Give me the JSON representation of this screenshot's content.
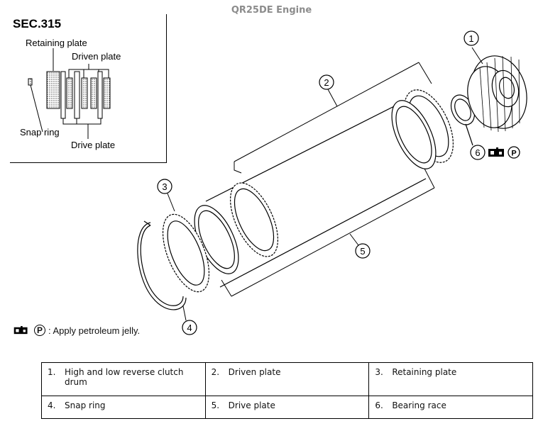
{
  "header": {
    "title": "QR25DE Engine"
  },
  "inset": {
    "section": "SEC.315",
    "labels": {
      "retaining_plate": "Retaining plate",
      "driven_plate": "Driven plate",
      "snap_ring": "Snap ring",
      "drive_plate": "Drive plate"
    }
  },
  "callouts": [
    "1",
    "2",
    "3",
    "4",
    "5",
    "6"
  ],
  "symbol_p": "P",
  "legend": {
    "text": ": Apply petroleum jelly."
  },
  "parts": [
    [
      {
        "num": "1.",
        "name": "High and low reverse clutch drum"
      },
      {
        "num": "2.",
        "name": "Driven plate"
      },
      {
        "num": "3.",
        "name": "Retaining plate"
      }
    ],
    [
      {
        "num": "4.",
        "name": "Snap ring"
      },
      {
        "num": "5.",
        "name": "Drive plate"
      },
      {
        "num": "6.",
        "name": "Bearing race"
      }
    ]
  ]
}
